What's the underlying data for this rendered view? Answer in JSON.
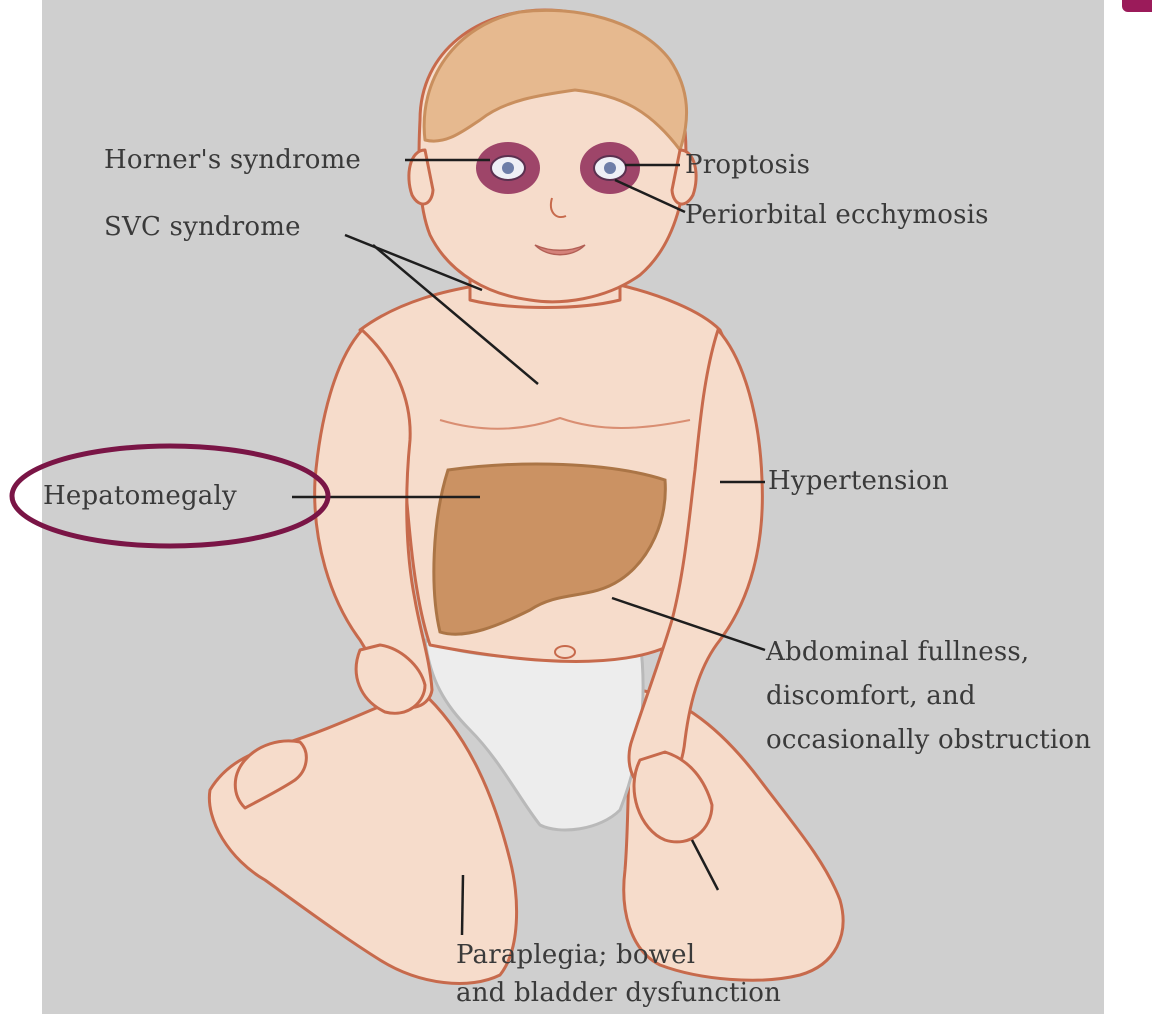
{
  "labels": {
    "horners": "Horner's syndrome",
    "proptosis": "Proptosis",
    "periorbital": "Periorbital ecchymosis",
    "svc": "SVC syndrome",
    "hepatomegaly": "Hepatomegaly",
    "hypertension": "Hypertension",
    "abdominal_1": "Abdominal fullness,",
    "abdominal_2": "discomfort, and",
    "abdominal_3": "occasionally obstruction",
    "paraplegia_1": "Paraplegia; bowel",
    "paraplegia_2": "and bladder dysfunction"
  },
  "highlight": {
    "target": "Hepatomegaly",
    "color": "#7a1546"
  },
  "colors": {
    "background": "#cfcfcf",
    "skin": "#f6dccb",
    "outline": "#c76a4c",
    "liver": "#c98f5e",
    "bruise": "#8e2a58",
    "accent_tab": "#9b1b5a"
  }
}
